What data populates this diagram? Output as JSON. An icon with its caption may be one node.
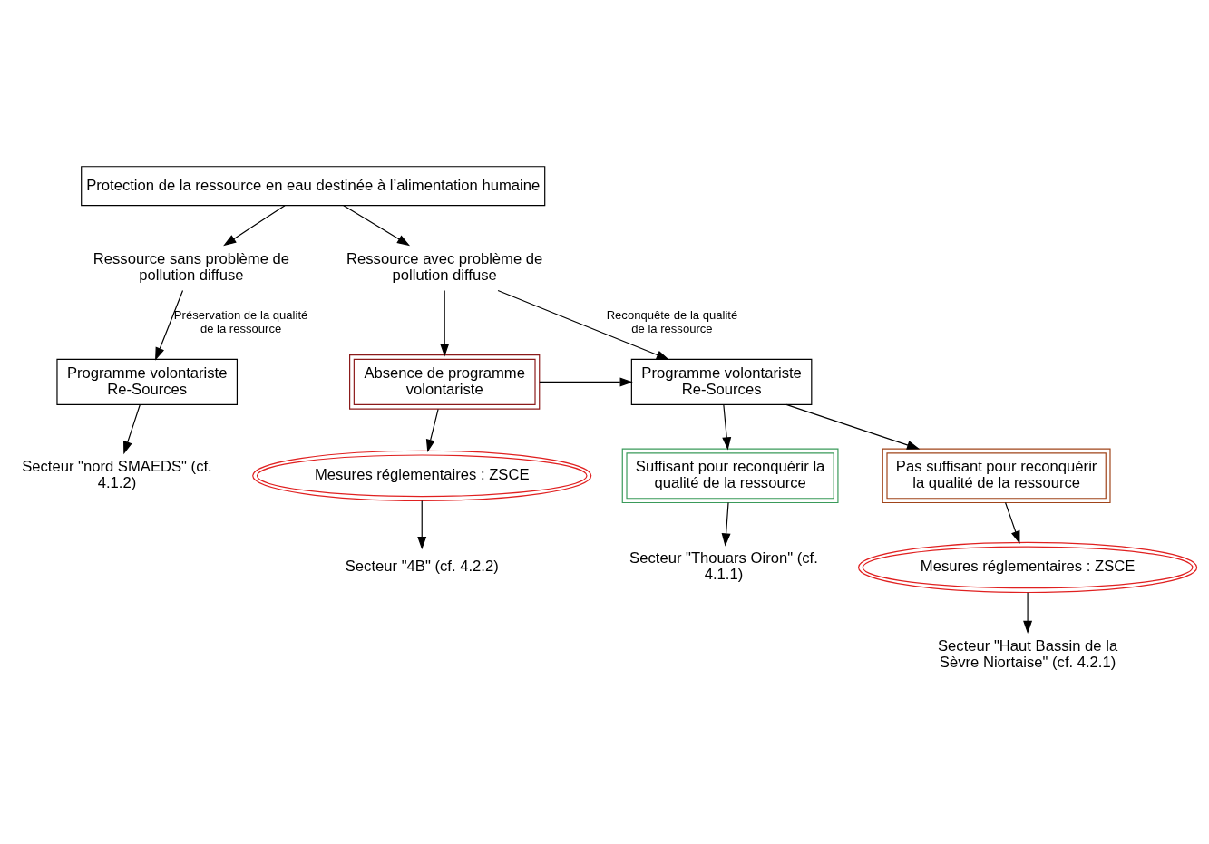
{
  "diagram": {
    "nodes": [
      {
        "text": [
          "Protection de la ressource en eau destinée à l’alimentation humaine"
        ]
      },
      {
        "text": [
          "Ressource sans problème de pollution diffuse"
        ]
      },
      {
        "text": [
          "Ressource avec problème de pollution diffuse"
        ]
      },
      {
        "text": [
          "Programme volontariste Re-Sources"
        ]
      },
      {
        "text": [
          "Programme volontariste Re-Sources"
        ]
      },
      {
        "text": [
          "Absence de programme volontariste"
        ]
      },
      {
        "text": [
          "Suffisant pour reconquérir la qualité de la ressource"
        ]
      },
      {
        "text": [
          "Pas suffisant pour reconquérir la qualité de la ressource"
        ]
      },
      {
        "text": [
          "Mesures réglementaires : ZSCE"
        ]
      },
      {
        "text": [
          "Mesures réglementaires : ZSCE"
        ]
      },
      {
        "text": [
          "Secteur \"nord SMAEDS\" (cf. 4.1.2)"
        ]
      },
      {
        "text": [
          "Secteur \"Thouars Oiron\" (cf. 4.1.1)"
        ]
      },
      {
        "text": [
          "Secteur \"Haut Bassin de la Sèvre Niortaise\" (cf. 4.2.1)"
        ]
      },
      {
        "text": [
          "Secteur \"4B\" (cf. 4.2.2)"
        ]
      }
    ],
    "edges": [
      {
        "from": 0,
        "to": 1,
        "arrow": "to"
      },
      {
        "from": 0,
        "to": 2,
        "arrow": "to"
      },
      {
        "from": 1,
        "to": 3,
        "arrow": "to",
        "label": "Préservation de la qualité de la ressource"
      },
      {
        "from": 2,
        "to": 4,
        "arrow": "to",
        "label": "Reconquête de la qualité de la ressource"
      },
      {
        "from": 2,
        "to": 5,
        "arrow": "to"
      },
      {
        "from": 5,
        "to": 4,
        "arrow": "to"
      },
      {
        "from": 4,
        "to": 6,
        "arrow": "to"
      },
      {
        "from": 4,
        "to": 7,
        "arrow": "to"
      },
      {
        "from": 7,
        "to": 8,
        "arrow": "to"
      },
      {
        "from": 5,
        "to": 9,
        "arrow": "to"
      },
      {
        "from": 3,
        "to": 10,
        "arrow": "to"
      },
      {
        "from": 6,
        "to": 11,
        "arrow": "to"
      },
      {
        "from": 8,
        "to": 12,
        "arrow": "to"
      },
      {
        "from": 9,
        "to": 13,
        "arrow": "to"
      }
    ]
  }
}
